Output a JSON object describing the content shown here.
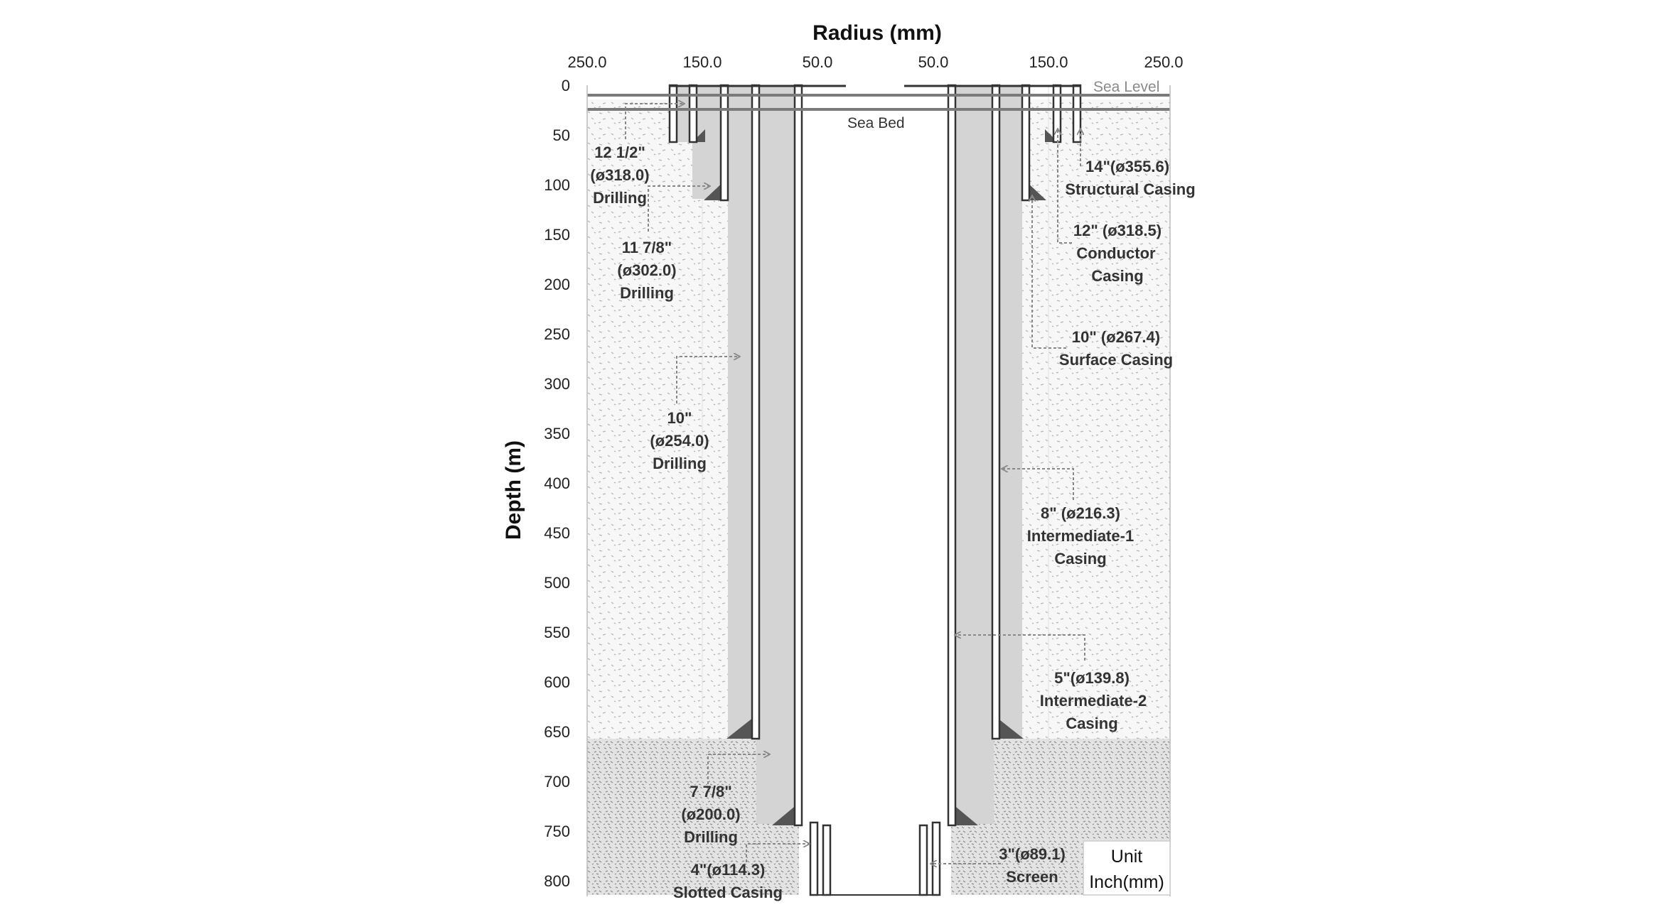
{
  "diagram": {
    "title": "Radius (mm)",
    "ylabel": "Depth (m)",
    "x_ticks": [
      "250.0",
      "150.0",
      "50.0",
      "50.0",
      "150.0",
      "250.0"
    ],
    "y_ticks": [
      "0",
      "50",
      "100",
      "150",
      "200",
      "250",
      "300",
      "350",
      "400",
      "450",
      "500",
      "550",
      "600",
      "650",
      "700",
      "750",
      "800"
    ],
    "sea_level_label": "Sea Level",
    "sea_bed_label": "Sea Bed",
    "unit_label": [
      "Unit",
      "Inch(mm)"
    ],
    "labels": {
      "drill_12_5": [
        "12 1/2\"",
        "(ø318.0)",
        "Drilling"
      ],
      "drill_11_78": [
        "11 7/8\"",
        "(ø302.0)",
        "Drilling"
      ],
      "drill_10": [
        "10\"",
        "(ø254.0)",
        "Drilling"
      ],
      "drill_7_78": [
        "7 7/8\"",
        "(ø200.0)",
        "Drilling"
      ],
      "slotted": [
        "4\"(ø114.3)",
        "Slotted Casing"
      ],
      "structural": [
        "14\"(ø355.6)",
        "Structural Casing"
      ],
      "conductor": [
        "12\" (ø318.5)",
        "Conductor",
        "Casing"
      ],
      "surface": [
        "10\" (ø267.4)",
        "Surface Casing"
      ],
      "intermediate1": [
        "8\" (ø216.3)",
        "Intermediate-1",
        "Casing"
      ],
      "intermediate2": [
        "5\"(ø139.8)",
        "Intermediate-2",
        "Casing"
      ],
      "screen": [
        "3\"(ø89.1)",
        "Screen"
      ]
    },
    "colors": {
      "cement": "#d4d4d4",
      "casing_wall": "#333333",
      "soil_light": "#f7f7f7",
      "soil_dark": "#d9d9d9",
      "sea_line": "#7a7a7a",
      "arrow": "#888888"
    }
  }
}
